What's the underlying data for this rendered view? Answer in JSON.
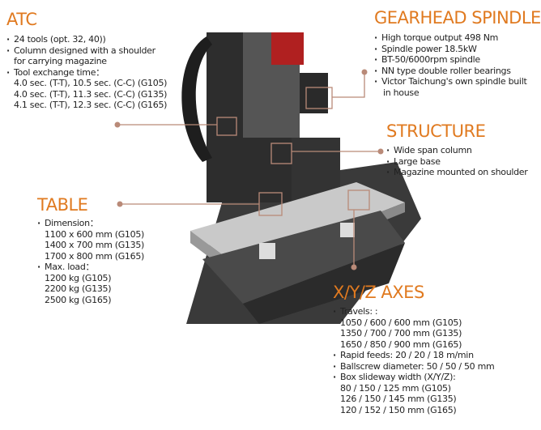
{
  "atc": {
    "title": "ATC",
    "items": [
      "24 tools (opt. 32, 40))",
      "Column designed with a shoulder",
      "for carrying magazine",
      "Tool exchange time：",
      "4.0 sec. (T-T), 10.5 sec. (C-C) (G105)",
      "4.0 sec. (T-T), 11.3 sec. (C-C) (G135)",
      "4.1 sec. (T-T), 12.3 sec. (C-C) (G165)"
    ]
  },
  "gearhead": {
    "title": "GEARHEAD SPINDLE",
    "items": [
      "High torque output 498 Nm",
      "Spindle power 18.5kW",
      "BT-50/6000rpm spindle",
      "NN type double roller bearings",
      "Victor Taichung's own spindle built",
      "in house"
    ]
  },
  "structure": {
    "title": "STRUCTURE",
    "items": [
      "Wide span column",
      "Large base",
      "Magazine mounted on shoulder"
    ]
  },
  "table": {
    "title": "TABLE",
    "items": [
      "Dimension：",
      "1100 x 600 mm (G105)",
      "1400 x 700 mm (G135)",
      "1700 x 800 mm (G165)",
      "Max. load：",
      "1200 kg (G105)",
      "2200 kg (G135)",
      "2500 kg (G165)"
    ]
  },
  "axes": {
    "title": "X/Y/Z AXES",
    "items": [
      "Travels: :",
      "1050 / 600 / 600 mm (G105)",
      "1350 / 700 / 700 mm (G135)",
      "1650 / 850 / 900 mm (G165)",
      "Rapid feeds: 20 / 20 / 18 m/min",
      "Ballscrew diameter: 50 / 50 / 50 mm",
      "Box slideway width (X/Y/Z):",
      "80 / 150 / 125 mm (G105)",
      "126 / 150 / 145 mm (G135)",
      "120 / 152 / 150 mm (G165)"
    ]
  },
  "colors": {
    "accent": "#e07a20",
    "connector": "#b98a78"
  }
}
